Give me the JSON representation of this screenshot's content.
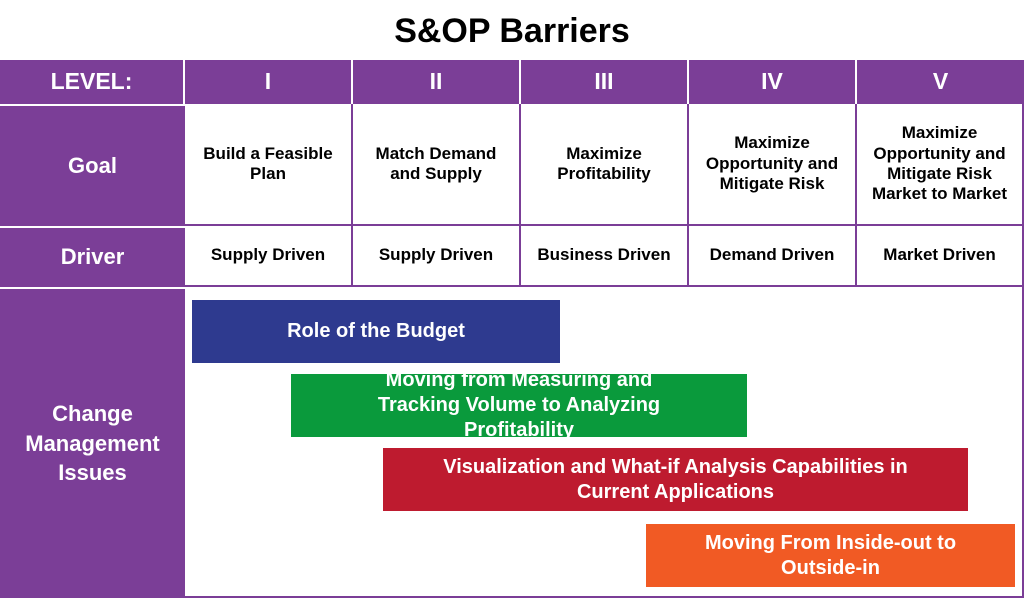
{
  "title": "S&OP Barriers",
  "header": {
    "level_label": "LEVEL:",
    "levels": [
      "I",
      "II",
      "III",
      "IV",
      "V"
    ]
  },
  "rows": {
    "goal": {
      "label": "Goal",
      "values": [
        "Build a Feasible Plan",
        "Match Demand and Supply",
        "Maximize Profitability",
        "Maximize Opportunity and Mitigate Risk",
        "Maximize Opportunity and Mitigate Risk Market to Market"
      ]
    },
    "driver": {
      "label": "Driver",
      "values": [
        "Supply Driven",
        "Supply Driven",
        "Business Driven",
        "Demand Driven",
        "Market Driven"
      ]
    },
    "change": {
      "label": "Change Management Issues"
    }
  },
  "issues": [
    {
      "text": "Role of the Budget",
      "color": "#2e3a8f"
    },
    {
      "text": "Moving from Measuring and Tracking Volume to Analyzing Profitability",
      "color": "#0a9a3c"
    },
    {
      "text": "Visualization and What-if Analysis Capabilities in Current Applications",
      "color": "#be1b2f"
    },
    {
      "text": "Moving From Inside-out to Outside-in",
      "color": "#f15a24"
    }
  ],
  "colors": {
    "primary": "#7b3e97"
  }
}
